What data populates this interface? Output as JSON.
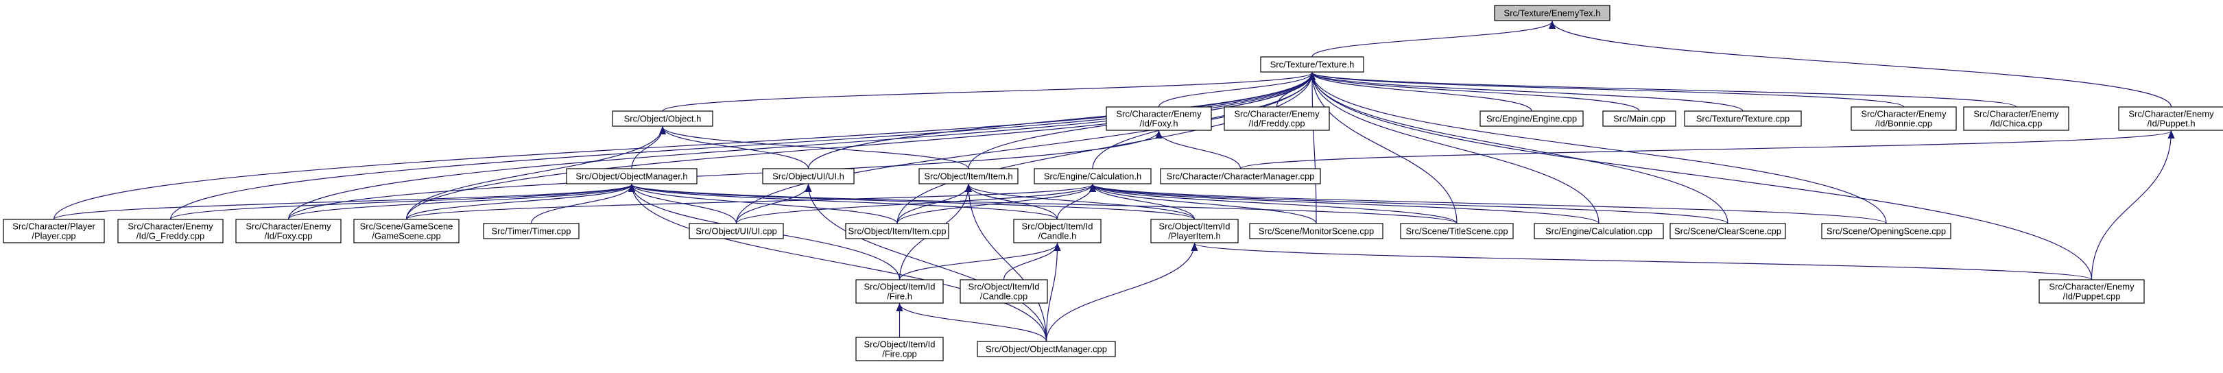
{
  "diagram": {
    "nodes": [
      {
        "id": "enemytex_h",
        "lines": [
          "Src/Texture/EnemyTex.h"
        ],
        "root": true
      },
      {
        "id": "texture_h",
        "lines": [
          "Src/Texture/Texture.h"
        ]
      },
      {
        "id": "object_h",
        "lines": [
          "Src/Object/Object.h"
        ]
      },
      {
        "id": "foxy_h",
        "lines": [
          "Src/Character/Enemy",
          "/Id/Foxy.h"
        ]
      },
      {
        "id": "freddy_cpp",
        "lines": [
          "Src/Character/Enemy",
          "/Id/Freddy.cpp"
        ]
      },
      {
        "id": "engine_cpp",
        "lines": [
          "Src/Engine/Engine.cpp"
        ]
      },
      {
        "id": "main_cpp",
        "lines": [
          "Src/Main.cpp"
        ]
      },
      {
        "id": "texture_cpp",
        "lines": [
          "Src/Texture/Texture.cpp"
        ]
      },
      {
        "id": "bonnie_cpp",
        "lines": [
          "Src/Character/Enemy",
          "/Id/Bonnie.cpp"
        ]
      },
      {
        "id": "chica_cpp",
        "lines": [
          "Src/Character/Enemy",
          "/Id/Chica.cpp"
        ]
      },
      {
        "id": "puppet_h",
        "lines": [
          "Src/Character/Enemy",
          "/Id/Puppet.h"
        ]
      },
      {
        "id": "objectmanager_h",
        "lines": [
          "Src/Object/ObjectManager.h"
        ]
      },
      {
        "id": "ui_h",
        "lines": [
          "Src/Object/UI/UI.h"
        ]
      },
      {
        "id": "item_h",
        "lines": [
          "Src/Object/Item/Item.h"
        ]
      },
      {
        "id": "calculation_h",
        "lines": [
          "Src/Engine/Calculation.h"
        ]
      },
      {
        "id": "charactermanager_cpp",
        "lines": [
          "Src/Character/CharacterManager.cpp"
        ]
      },
      {
        "id": "player_cpp",
        "lines": [
          "Src/Character/Player",
          "/Player.cpp"
        ]
      },
      {
        "id": "gfreddy_cpp",
        "lines": [
          "Src/Character/Enemy",
          "/Id/G_Freddy.cpp"
        ]
      },
      {
        "id": "foxy_cpp",
        "lines": [
          "Src/Character/Enemy",
          "/Id/Foxy.cpp"
        ]
      },
      {
        "id": "gamescene_cpp",
        "lines": [
          "Src/Scene/GameScene",
          "/GameScene.cpp"
        ]
      },
      {
        "id": "timer_cpp",
        "lines": [
          "Src/Timer/Timer.cpp"
        ]
      },
      {
        "id": "ui_cpp",
        "lines": [
          "Src/Object/UI/UI.cpp"
        ]
      },
      {
        "id": "item_cpp",
        "lines": [
          "Src/Object/Item/Item.cpp"
        ]
      },
      {
        "id": "candle_h",
        "lines": [
          "Src/Object/Item/Id",
          "/Candle.h"
        ]
      },
      {
        "id": "playeritem_h",
        "lines": [
          "Src/Object/Item/Id",
          "/PlayerItem.h"
        ]
      },
      {
        "id": "monitorscene_cpp",
        "lines": [
          "Src/Scene/MonitorScene.cpp"
        ]
      },
      {
        "id": "titlescene_cpp",
        "lines": [
          "Src/Scene/TitleScene.cpp"
        ]
      },
      {
        "id": "calculation_cpp",
        "lines": [
          "Src/Engine/Calculation.cpp"
        ]
      },
      {
        "id": "clearscene_cpp",
        "lines": [
          "Src/Scene/ClearScene.cpp"
        ]
      },
      {
        "id": "openingscene_cpp",
        "lines": [
          "Src/Scene/OpeningScene.cpp"
        ]
      },
      {
        "id": "fire_h",
        "lines": [
          "Src/Object/Item/Id",
          "/Fire.h"
        ]
      },
      {
        "id": "candle_cpp",
        "lines": [
          "Src/Object/Item/Id",
          "/Candle.cpp"
        ]
      },
      {
        "id": "puppet_cpp",
        "lines": [
          "Src/Character/Enemy",
          "/Id/Puppet.cpp"
        ]
      },
      {
        "id": "fire_cpp",
        "lines": [
          "Src/Object/Item/Id",
          "/Fire.cpp"
        ]
      },
      {
        "id": "objectmanager_cpp",
        "lines": [
          "Src/Object/ObjectManager.cpp"
        ]
      }
    ],
    "edges": [
      [
        "texture_h",
        "enemytex_h"
      ],
      [
        "puppet_h",
        "enemytex_h"
      ],
      [
        "object_h",
        "texture_h"
      ],
      [
        "foxy_h",
        "texture_h"
      ],
      [
        "freddy_cpp",
        "texture_h"
      ],
      [
        "engine_cpp",
        "texture_h"
      ],
      [
        "main_cpp",
        "texture_h"
      ],
      [
        "texture_cpp",
        "texture_h"
      ],
      [
        "bonnie_cpp",
        "texture_h"
      ],
      [
        "chica_cpp",
        "texture_h"
      ],
      [
        "ui_h",
        "texture_h"
      ],
      [
        "item_h",
        "texture_h"
      ],
      [
        "calculation_h",
        "texture_h"
      ],
      [
        "player_cpp",
        "texture_h"
      ],
      [
        "gfreddy_cpp",
        "texture_h"
      ],
      [
        "foxy_cpp",
        "texture_h"
      ],
      [
        "gamescene_cpp",
        "texture_h"
      ],
      [
        "ui_cpp",
        "texture_h"
      ],
      [
        "item_cpp",
        "texture_h"
      ],
      [
        "monitorscene_cpp",
        "texture_h"
      ],
      [
        "titlescene_cpp",
        "texture_h"
      ],
      [
        "calculation_cpp",
        "texture_h"
      ],
      [
        "clearscene_cpp",
        "texture_h"
      ],
      [
        "openingscene_cpp",
        "texture_h"
      ],
      [
        "puppet_cpp",
        "texture_h"
      ],
      [
        "objectmanager_h",
        "object_h"
      ],
      [
        "ui_h",
        "object_h"
      ],
      [
        "item_h",
        "object_h"
      ],
      [
        "gamescene_cpp",
        "object_h"
      ],
      [
        "charactermanager_cpp",
        "foxy_h"
      ],
      [
        "foxy_cpp",
        "foxy_h"
      ],
      [
        "charactermanager_cpp",
        "puppet_h"
      ],
      [
        "puppet_cpp",
        "puppet_h"
      ],
      [
        "player_cpp",
        "objectmanager_h"
      ],
      [
        "gfreddy_cpp",
        "objectmanager_h"
      ],
      [
        "foxy_cpp",
        "objectmanager_h"
      ],
      [
        "gamescene_cpp",
        "objectmanager_h"
      ],
      [
        "timer_cpp",
        "objectmanager_h"
      ],
      [
        "ui_cpp",
        "objectmanager_h"
      ],
      [
        "item_cpp",
        "objectmanager_h"
      ],
      [
        "candle_h",
        "objectmanager_h"
      ],
      [
        "fire_h",
        "objectmanager_h"
      ],
      [
        "objectmanager_cpp",
        "objectmanager_h"
      ],
      [
        "playeritem_h",
        "objectmanager_h"
      ],
      [
        "titlescene_cpp",
        "objectmanager_h"
      ],
      [
        "ui_cpp",
        "ui_h"
      ],
      [
        "objectmanager_cpp",
        "ui_h"
      ],
      [
        "item_cpp",
        "item_h"
      ],
      [
        "candle_h",
        "item_h"
      ],
      [
        "fire_h",
        "item_h"
      ],
      [
        "playeritem_h",
        "item_h"
      ],
      [
        "objectmanager_cpp",
        "item_h"
      ],
      [
        "ui_cpp",
        "calculation_h"
      ],
      [
        "item_cpp",
        "calculation_h"
      ],
      [
        "candle_h",
        "calculation_h"
      ],
      [
        "playeritem_h",
        "calculation_h"
      ],
      [
        "monitorscene_cpp",
        "calculation_h"
      ],
      [
        "titlescene_cpp",
        "calculation_h"
      ],
      [
        "calculation_cpp",
        "calculation_h"
      ],
      [
        "clearscene_cpp",
        "calculation_h"
      ],
      [
        "openingscene_cpp",
        "calculation_h"
      ],
      [
        "gamescene_cpp",
        "calculation_h"
      ],
      [
        "fire_h",
        "candle_h"
      ],
      [
        "candle_cpp",
        "candle_h"
      ],
      [
        "objectmanager_cpp",
        "candle_h"
      ],
      [
        "objectmanager_cpp",
        "playeritem_h"
      ],
      [
        "puppet_cpp",
        "playeritem_h"
      ],
      [
        "fire_cpp",
        "fire_h"
      ],
      [
        "objectmanager_cpp",
        "fire_h"
      ]
    ]
  }
}
